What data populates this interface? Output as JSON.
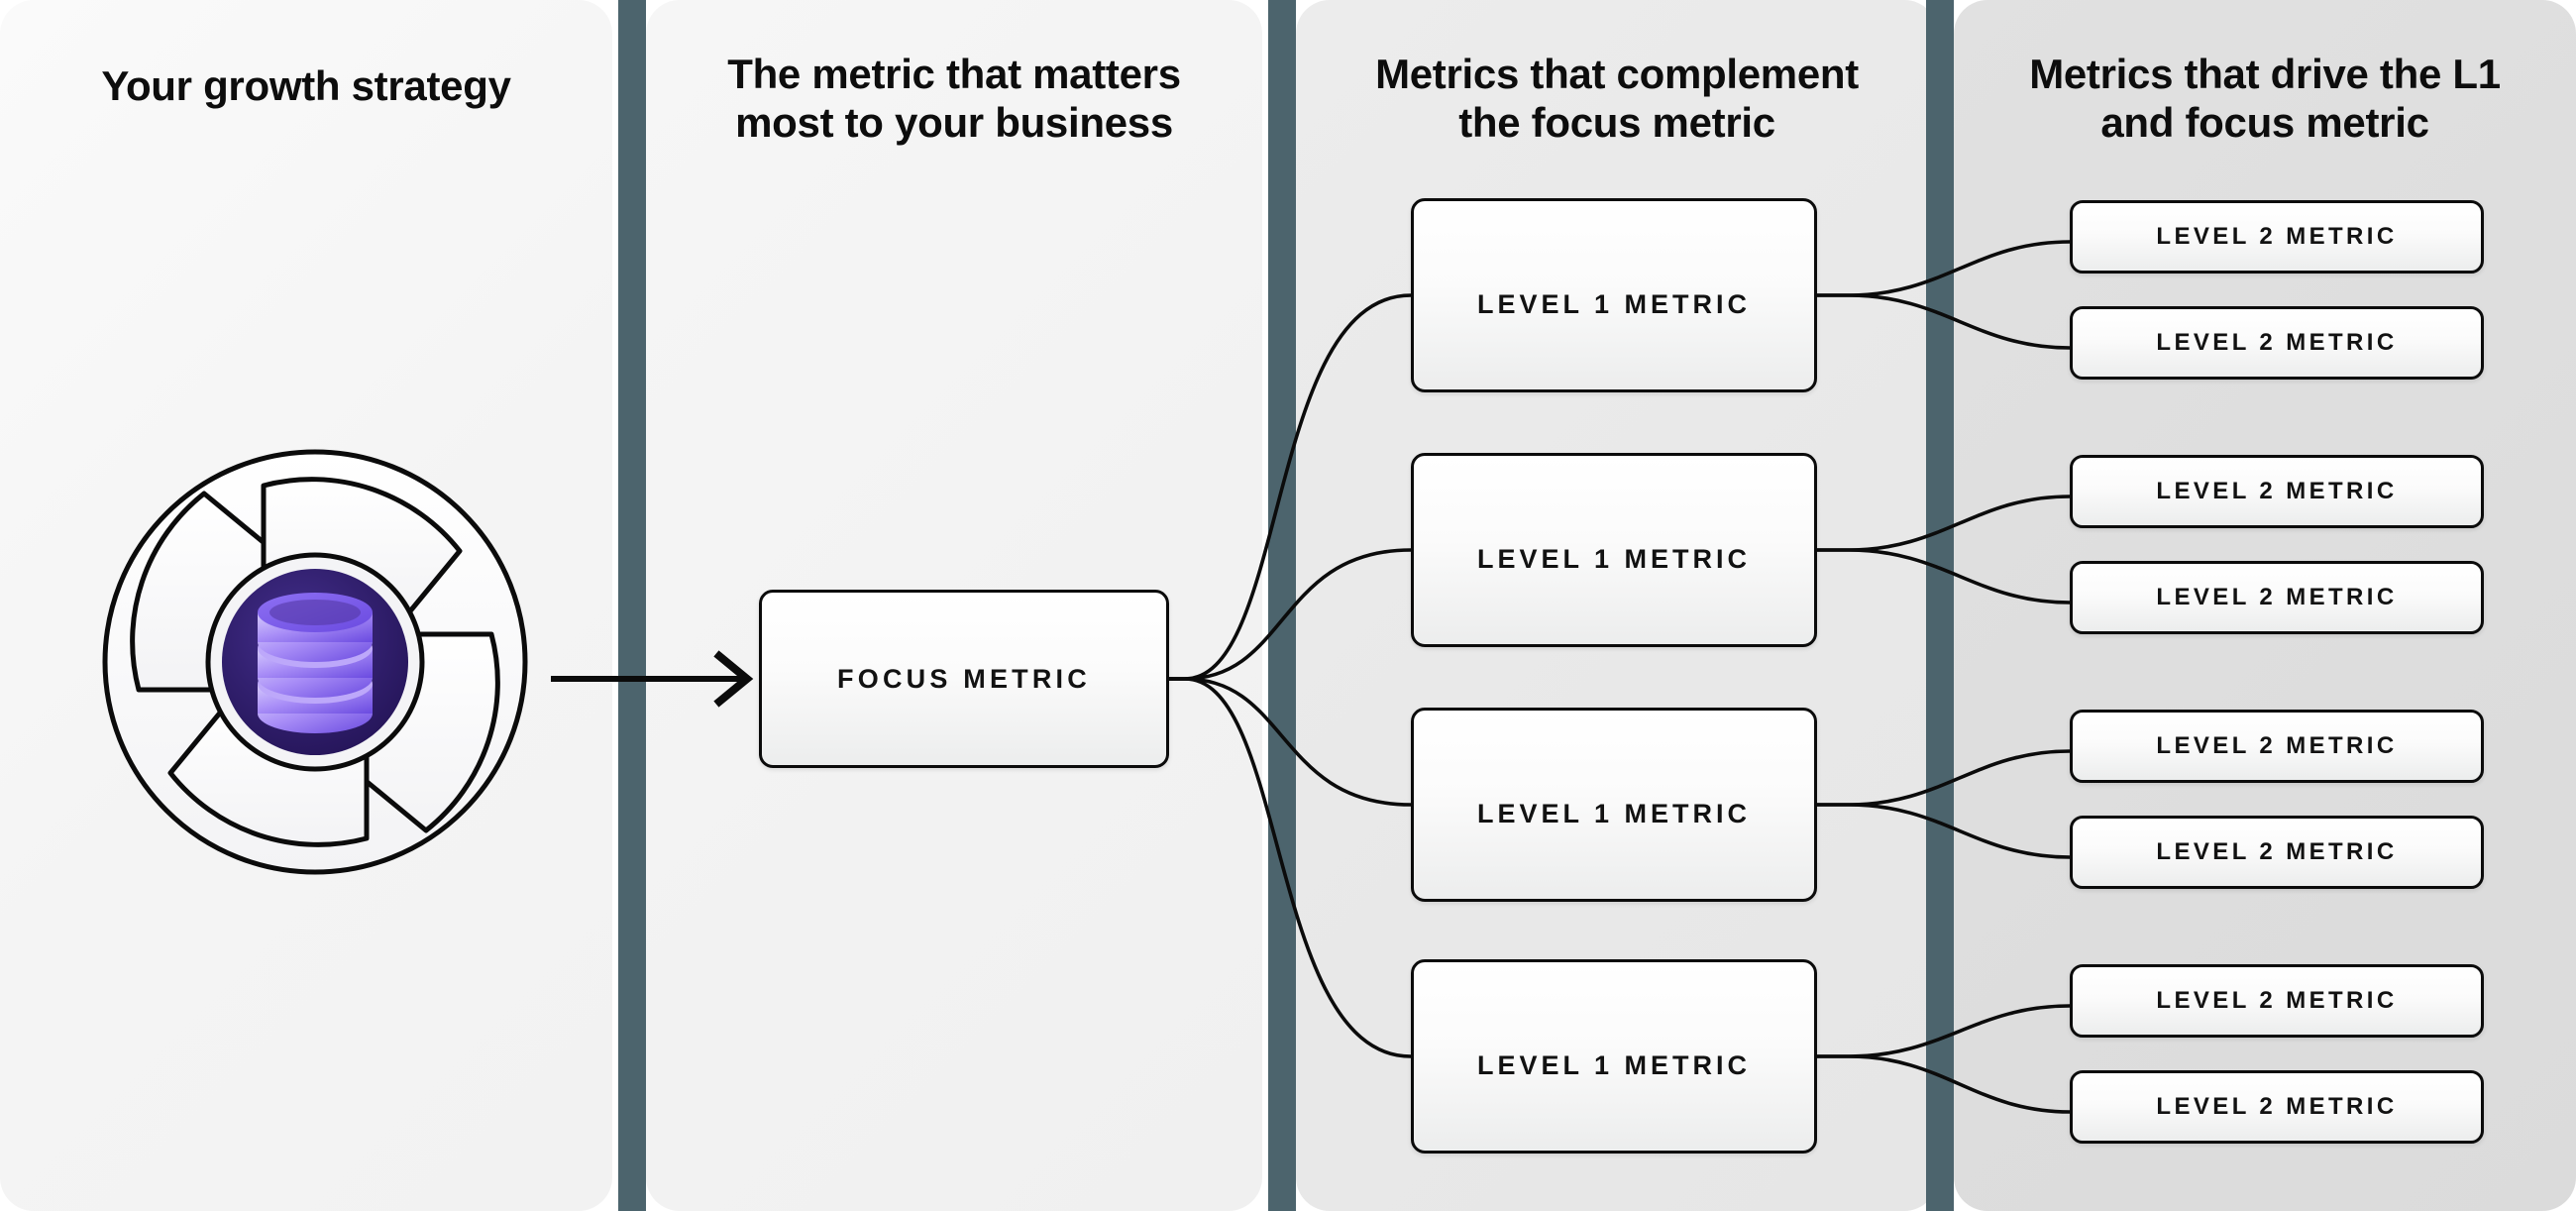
{
  "columns": [
    {
      "id": "growth-strategy",
      "title": "Your growth strategy",
      "bg": "#f4f4f4"
    },
    {
      "id": "focus-metric",
      "title": "The metric that matters\nmost to your business",
      "bg": "#f2f2f2"
    },
    {
      "id": "complement-metrics",
      "title": "Metrics that complement\nthe focus metric",
      "bg": "#e8e8e8"
    },
    {
      "id": "driver-metrics",
      "title": "Metrics that drive the L1\nand focus metric",
      "bg": "#dddddd"
    }
  ],
  "column_titles": {
    "c1": "Your growth strategy",
    "c2_line1": "The metric that matters",
    "c2_line2": "most to your business",
    "c3_line1": "Metrics that complement",
    "c3_line2": "the focus metric",
    "c4_line1": "Metrics that drive the L1",
    "c4_line2": "and focus metric"
  },
  "logo": {
    "name": "aperture-database-logo",
    "outer_shape": "aperture-shutter-circle",
    "inner_icon": "database-icon",
    "colors": {
      "outline": "#0b0b0b",
      "blade_fill": "#fcfcfc",
      "sphere_outer": "#2b1a6b",
      "sphere_inner": "#3d2a8f",
      "disk_light": "#cfc2fb",
      "disk_mid": "#8b6bf0",
      "disk_dark": "#5b3fd6"
    }
  },
  "nodes": {
    "focus": {
      "label": "FOCUS METRIC"
    },
    "level1": [
      {
        "label": "LEVEL 1 METRIC"
      },
      {
        "label": "LEVEL 1 METRIC"
      },
      {
        "label": "LEVEL 1 METRIC"
      },
      {
        "label": "LEVEL 1 METRIC"
      }
    ],
    "level2": [
      {
        "label": "LEVEL 2 METRIC"
      },
      {
        "label": "LEVEL 2 METRIC"
      },
      {
        "label": "LEVEL 2 METRIC"
      },
      {
        "label": "LEVEL 2 METRIC"
      },
      {
        "label": "LEVEL 2 METRIC"
      },
      {
        "label": "LEVEL 2 METRIC"
      },
      {
        "label": "LEVEL 2 METRIC"
      },
      {
        "label": "LEVEL 2 METRIC"
      }
    ]
  },
  "connectors": {
    "strategy_to_focus": "arrow",
    "focus_to_level1": "curved-fan-4",
    "level1_to_level2": "curved-fan-2-each"
  },
  "palette": {
    "separator": "#4c646d",
    "box_border": "#0b0b0b",
    "text": "#121212",
    "heading": "#0d0d0d",
    "accent_purple": "#5b3fd6"
  }
}
